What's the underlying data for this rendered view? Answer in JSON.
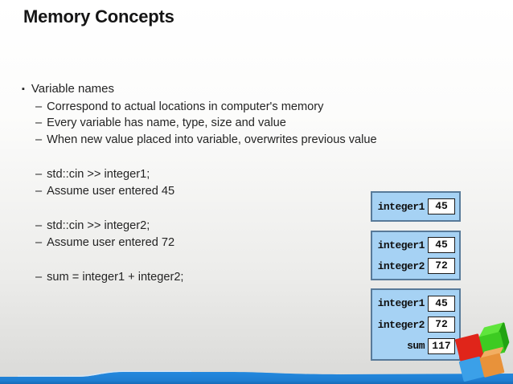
{
  "title": "Memory Concepts",
  "glyphs": {
    "square_bullet": "▪",
    "dash": "–"
  },
  "lines": [
    {
      "text": "Variable names"
    },
    {
      "text": "Correspond to actual locations in computer's memory"
    },
    {
      "text": "Every variable has name, type, size and value"
    },
    {
      "text": "When new value placed into variable, overwrites previous value"
    },
    {
      "text": "std::cin >> integer1;"
    },
    {
      "text": "Assume user entered 45"
    },
    {
      "text": "std::cin >> integer2;"
    },
    {
      "text": "Assume user entered 72"
    },
    {
      "text": "sum = integer1 + integer2;"
    }
  ],
  "memory_boxes": [
    {
      "rows": [
        {
          "label": "integer1",
          "value": "45"
        }
      ]
    },
    {
      "rows": [
        {
          "label": "integer1",
          "value": "45"
        },
        {
          "label": "integer2",
          "value": "72"
        }
      ]
    },
    {
      "rows": [
        {
          "label": "integer1",
          "value": "45"
        },
        {
          "label": "integer2",
          "value": "72"
        },
        {
          "label": "sum",
          "value": "117"
        }
      ]
    }
  ],
  "colors": {
    "box_fill": "#a6d2f4",
    "box_border": "#587a99",
    "bar_blue": "#2182d8",
    "bar_blue_dark": "#176bb8",
    "cube_red": "#e0251a",
    "cube_green": "#3dcb22",
    "cube_green_light": "#5fe53c",
    "cube_green_dark": "#22a312",
    "cube_blue": "#3ba0e8",
    "cube_orange": "#e8923a",
    "cube_orange_light": "#f2ae62"
  }
}
